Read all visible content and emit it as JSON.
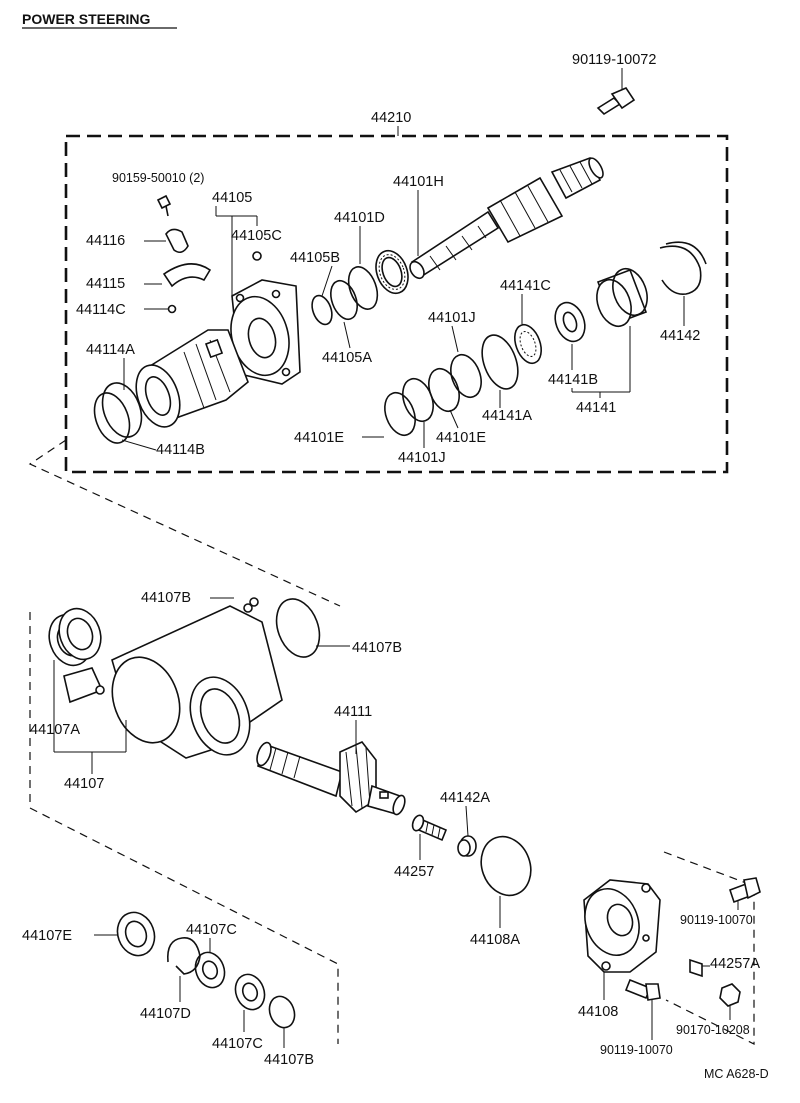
{
  "title": "POWER STEERING",
  "code": "MC A628-D",
  "labels": {
    "l_90119_10072": "90119-10072",
    "l_44210": "44210",
    "l_90159": "90159-50010 (2)",
    "l_44105": "44105",
    "l_44105C": "44105C",
    "l_44116": "44116",
    "l_44115": "44115",
    "l_44114C": "44114C",
    "l_44114A": "44114A",
    "l_44114B": "44114B",
    "l_44105B": "44105B",
    "l_44105A": "44105A",
    "l_44101D": "44101D",
    "l_44101H": "44101H",
    "l_44141C": "44141C",
    "l_44101J_top": "44101J",
    "l_44142": "44142",
    "l_44141B": "44141B",
    "l_44141": "44141",
    "l_44141A": "44141A",
    "l_44101E_left": "44101E",
    "l_44101E_right": "44101E",
    "l_44101J_bot": "44101J",
    "l_44107B_top": "44107B",
    "l_44107B_right": "44107B",
    "l_44107A": "44107A",
    "l_44107": "44107",
    "l_44111": "44111",
    "l_44142A": "44142A",
    "l_44257": "44257",
    "l_44108A": "44108A",
    "l_44107E": "44107E",
    "l_44107C_top": "44107C",
    "l_44107D": "44107D",
    "l_44107C_bot": "44107C",
    "l_44107B_bot": "44107B",
    "l_90119_10070_r": "90119-10070",
    "l_44257A": "44257A",
    "l_90170_10208": "90170-10208",
    "l_44108": "44108",
    "l_90119_10070_b": "90119-10070"
  }
}
